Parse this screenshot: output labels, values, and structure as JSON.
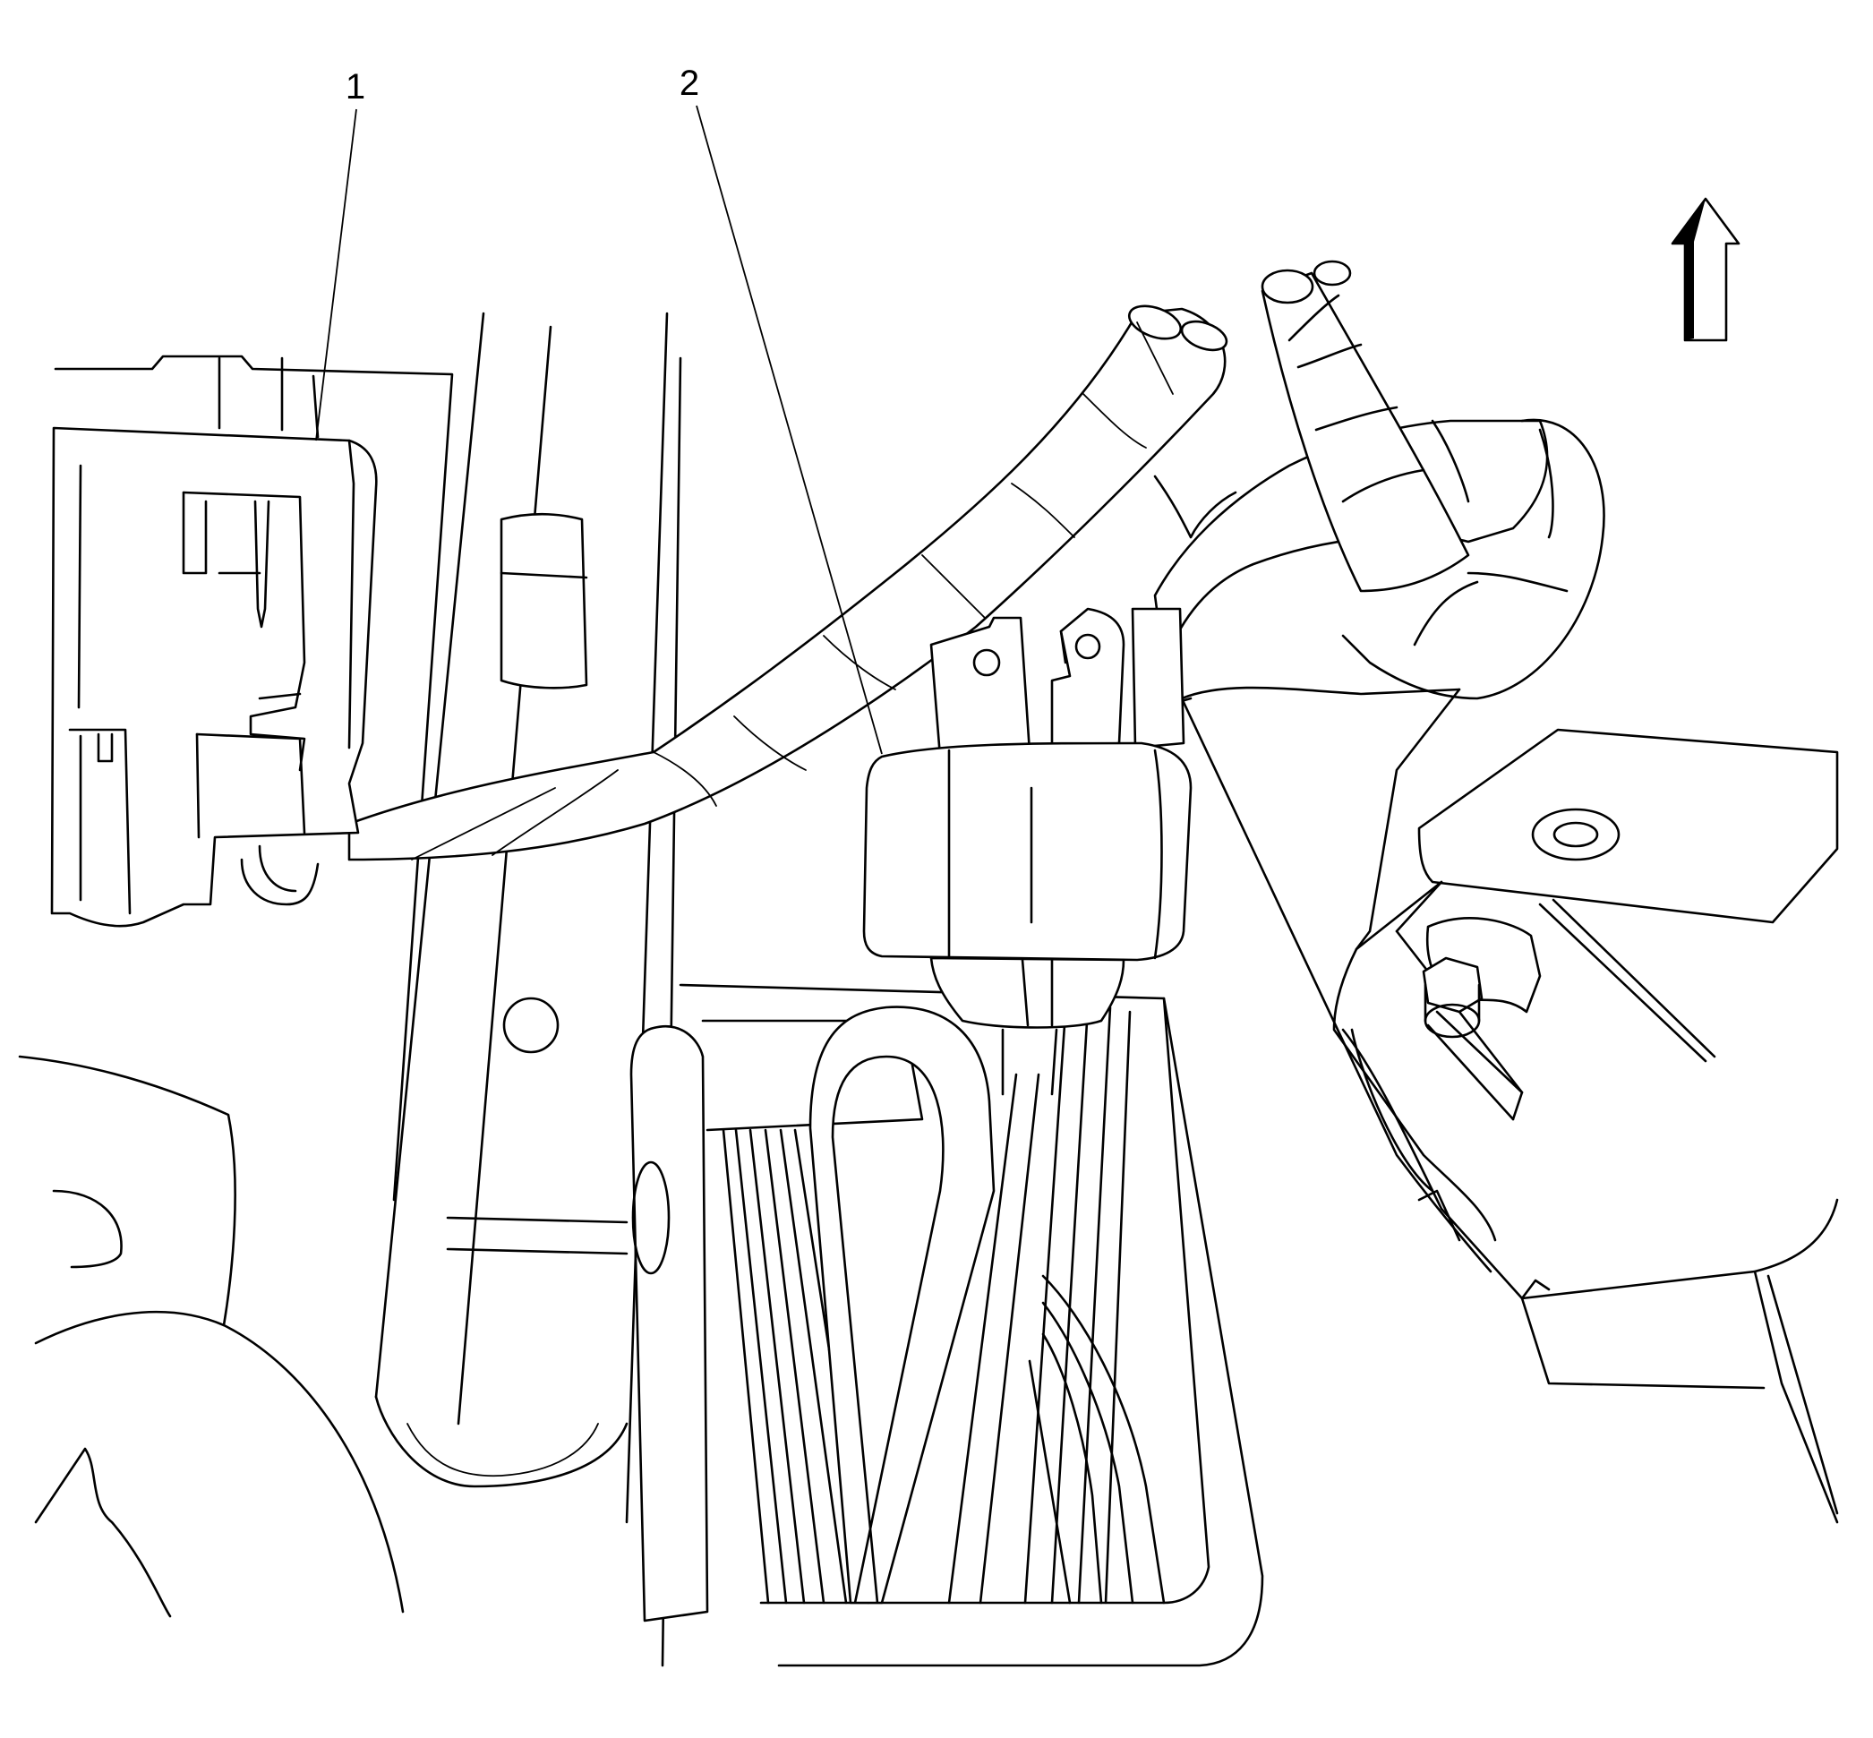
{
  "callouts": [
    {
      "id": "1",
      "label": "1",
      "target": "electrical-connector"
    },
    {
      "id": "2",
      "label": "2",
      "target": "relay"
    }
  ],
  "orientation_arrow": {
    "icon": "up-arrow-icon"
  },
  "colors": {
    "line": "#000000",
    "background": "#ffffff"
  }
}
